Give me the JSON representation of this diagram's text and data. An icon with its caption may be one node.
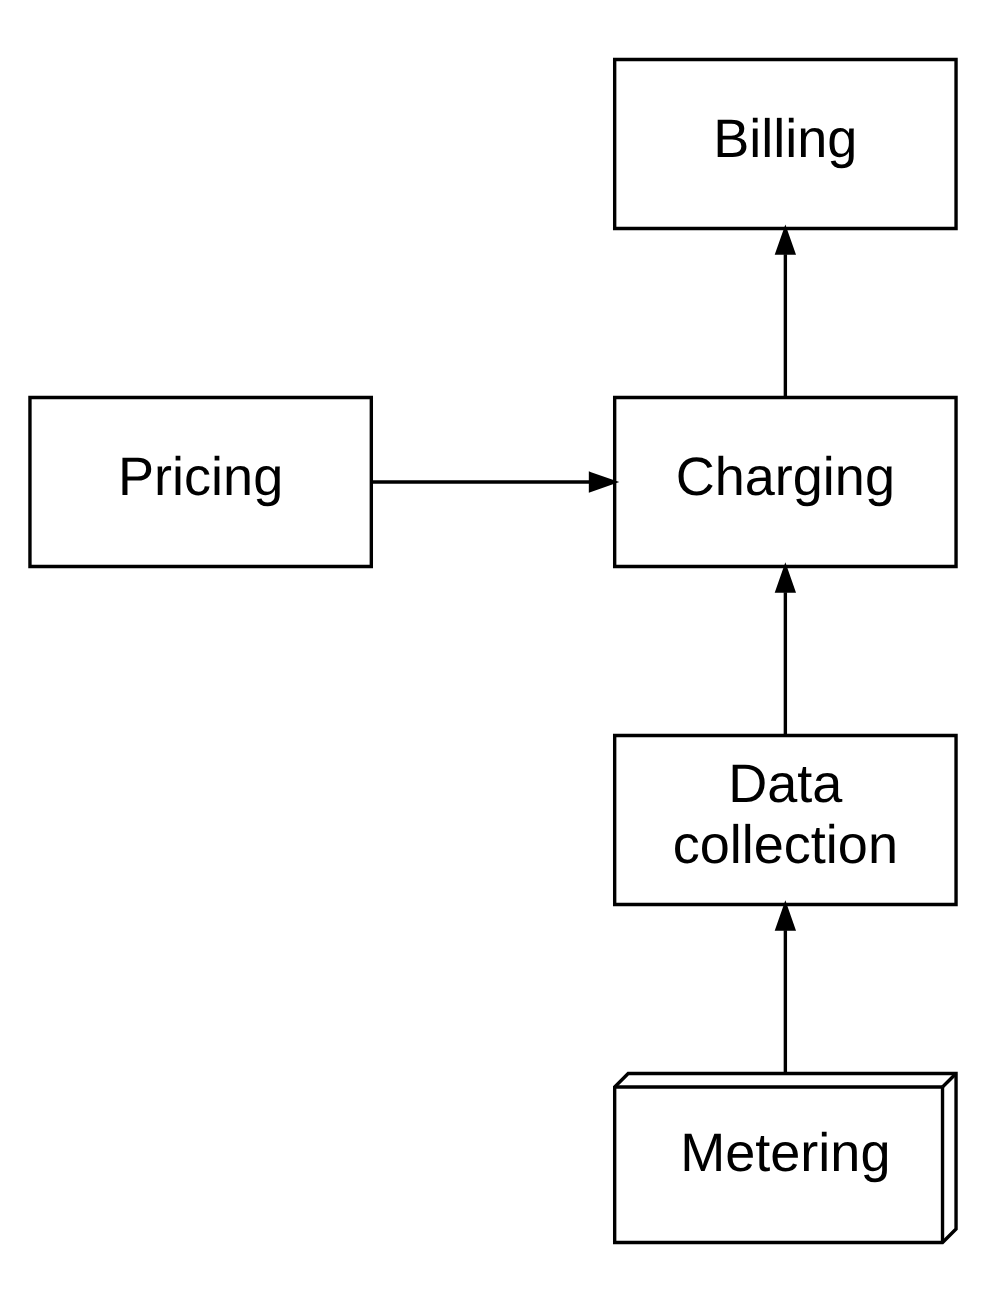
{
  "diagram": {
    "nodes": [
      {
        "text": [
          "Billing"
        ]
      },
      {
        "text": [
          "Charging"
        ]
      },
      {
        "text": [
          "Pricing"
        ]
      },
      {
        "text": [
          "Data collection"
        ]
      },
      {
        "text": [
          "Metering"
        ]
      }
    ],
    "edges": [
      {
        "from": 1,
        "to": 0,
        "arrow": "to"
      },
      {
        "from": 2,
        "to": 1,
        "arrow": "to"
      },
      {
        "from": 3,
        "to": 1,
        "arrow": "to"
      },
      {
        "from": 4,
        "to": 3,
        "arrow": "to"
      }
    ]
  }
}
